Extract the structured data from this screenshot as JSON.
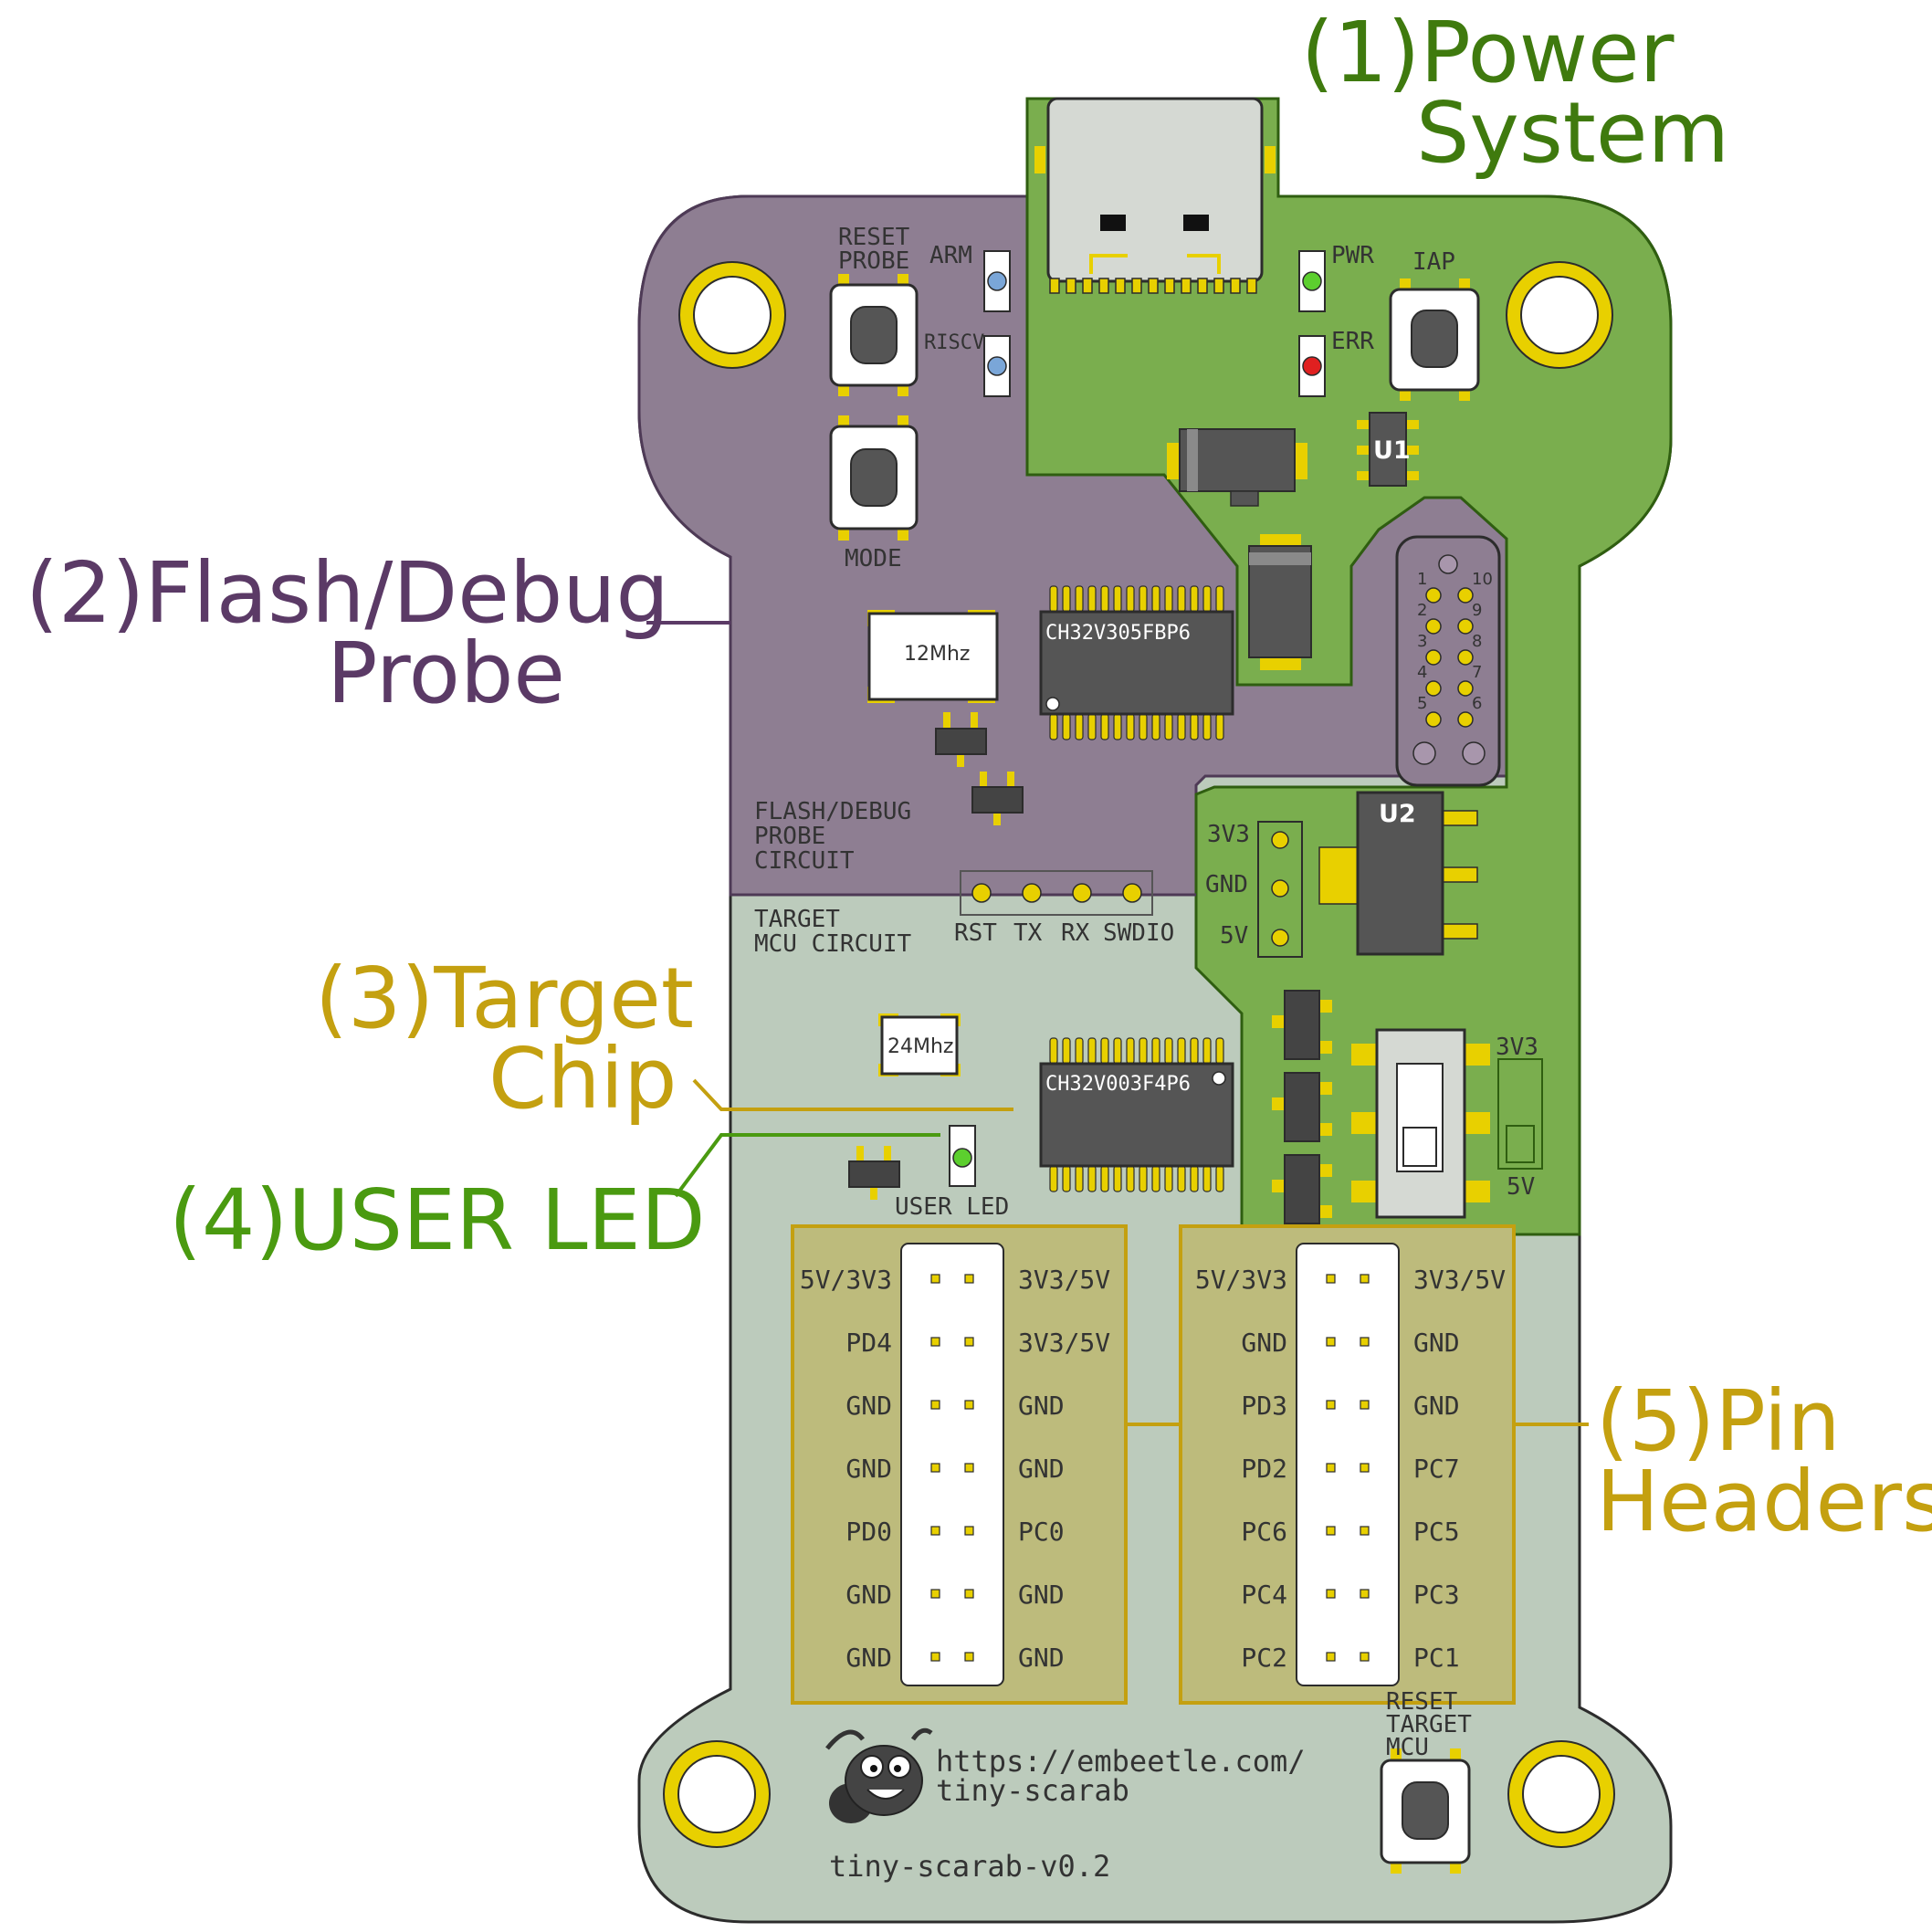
{
  "callouts": {
    "power": {
      "l1": "(1)Power",
      "l2": "System",
      "color": "#3f7a0e"
    },
    "probe": {
      "l1": "(2)Flash/Debug",
      "l2": "Probe",
      "color": "#5b3a66"
    },
    "target": {
      "l1": "(3)Target",
      "l2": "Chip",
      "color": "#c4a010"
    },
    "led": {
      "l1": "(4)USER LED",
      "color": "#4a9a10"
    },
    "headers": {
      "l1": "(5)Pin",
      "l2": "Headers",
      "color": "#c4a010"
    }
  },
  "silk": {
    "reset_probe_1": "RESET",
    "reset_probe_2": "PROBE",
    "arm": "ARM",
    "riscv": "RISCV",
    "mode": "MODE",
    "pwr": "PWR",
    "err": "ERR",
    "iap": "IAP",
    "u1": "U1",
    "u2": "U2",
    "xtal1": "12Mhz",
    "xtal2": "24Mhz",
    "chip1": "CH32V305FBP6",
    "chip2": "CH32V003F4P6",
    "probe_circuit": [
      "FLASH/DEBUG",
      "PROBE",
      "CIRCUIT"
    ],
    "target_circuit": [
      "TARGET",
      "MCU CIRCUIT"
    ],
    "uart_pins": [
      "RST",
      "TX",
      "RX",
      "SWDIO"
    ],
    "v_pins": [
      "3V3",
      "GND",
      "5V"
    ],
    "swd_numbers_left": [
      "1",
      "2",
      "3",
      "4",
      "5"
    ],
    "swd_numbers_right": [
      "10",
      "9",
      "8",
      "7",
      "6"
    ],
    "switch_top": "3V3",
    "switch_bottom": "5V",
    "user_led": "USER LED",
    "reset_target": [
      "RESET",
      "TARGET",
      "MCU"
    ],
    "url_1": "https://embeetle.com/",
    "url_2": "tiny-scarab",
    "version": "tiny-scarab-v0.2"
  },
  "header_left": {
    "left": [
      "5V/3V3",
      "PD4",
      "GND",
      "GND",
      "PD0",
      "GND",
      "GND"
    ],
    "right": [
      "3V3/5V",
      "3V3/5V",
      "GND",
      "GND",
      "PC0",
      "GND",
      "GND"
    ]
  },
  "header_right": {
    "left": [
      "5V/3V3",
      "GND",
      "PD3",
      "PD2",
      "PC6",
      "PC4",
      "PC2"
    ],
    "right": [
      "3V3/5V",
      "GND",
      "GND",
      "PC7",
      "PC5",
      "PC3",
      "PC1"
    ]
  },
  "colors": {
    "board_gray": "#bccbbc",
    "probe_purple": "#8e7e92",
    "power_green": "#7aae4e",
    "header_khaki": "#bdbb7c",
    "gold": "#e8d000",
    "outline_dark": "#2c2c2c"
  }
}
